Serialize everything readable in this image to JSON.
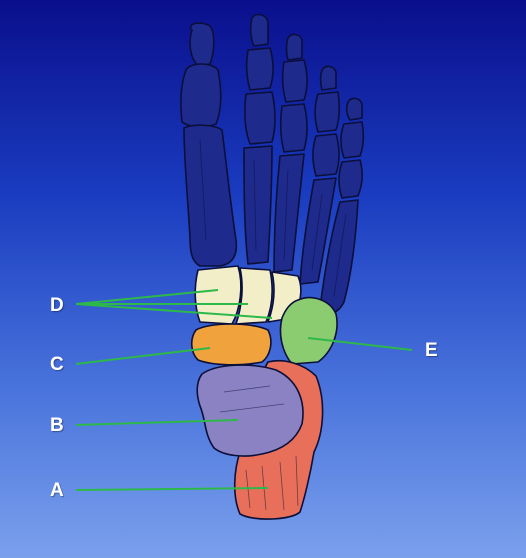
{
  "labels": {
    "a": "A",
    "b": "B",
    "c": "C",
    "d": "D",
    "e": "E"
  },
  "bone_colors": {
    "toes_and_metatarsals": "#1e2a8c",
    "cuneiforms": "#f2eec8",
    "navicular": "#f0a23c",
    "cuboid": "#8ccc70",
    "talus": "#8a82c2",
    "calcaneus": "#e8705a"
  },
  "leader_color": "#2db94a"
}
